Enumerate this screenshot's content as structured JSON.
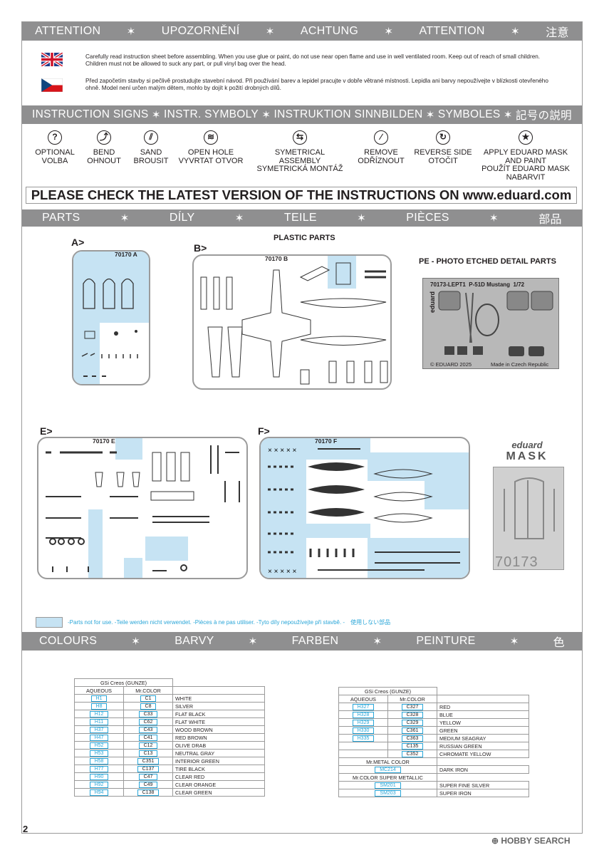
{
  "attention_bar": [
    "ATTENTION",
    "UPOZORNĚNÍ",
    "ACHTUNG",
    "ATTENTION",
    "注意"
  ],
  "warnings": {
    "en": "Carefully read instruction sheet before assembling. When you use glue or paint, do not use near open flame and use in well ventilated room. Keep out of reach of small children. Children must not be allowed to suck any part, or pull vinyl bag over the head.",
    "cz": "Před započetím stavby si pečlivě prostudujte stavební návod. Při používání barev a lepidel pracujte v dobře větrané místnosti. Lepidla ani barvy nepoužívejte v blízkosti otevřeného ohně. Model není určen malým dětem, mohlo by dojít k požití drobných dílů."
  },
  "signs_bar": [
    "INSTRUCTION SIGNS",
    "INSTR. SYMBOLY",
    "INSTRUKTION SINNBILDEN",
    "SYMBOLES",
    "記号の説明"
  ],
  "signs": [
    {
      "line1": "OPTIONAL",
      "line2": "VOLBA",
      "icon": "question-icon",
      "glyph": "?"
    },
    {
      "line1": "BEND",
      "line2": "OHNOUT",
      "icon": "bend-icon",
      "glyph": "⤴"
    },
    {
      "line1": "SAND",
      "line2": "BROUSIT",
      "icon": "sand-icon",
      "glyph": "⫽"
    },
    {
      "line1": "OPEN HOLE",
      "line2": "VYVRTAT OTVOR",
      "icon": "drill-icon",
      "glyph": "≋"
    },
    {
      "line1": "SYMETRICAL ASSEMBLY",
      "line2": "SYMETRICKÁ MONTÁŽ",
      "icon": "symmetry-icon",
      "glyph": "⇆"
    },
    {
      "line1": "REMOVE",
      "line2": "ODŘÍZNOUT",
      "icon": "knife-icon",
      "glyph": "∕"
    },
    {
      "line1": "REVERSE SIDE",
      "line2": "OTOČIT",
      "icon": "reverse-icon",
      "glyph": "↻"
    },
    {
      "line1": "APPLY EDUARD MASK",
      "line2": "AND PAINT",
      "line3": "POUŽÍT EDUARD MASK",
      "line4": "NABARVIT",
      "icon": "mask-icon",
      "glyph": "★"
    }
  ],
  "latest_notice": "PLEASE CHECK THE LATEST VERSION OF THE INSTRUCTIONS ON www.eduard.com",
  "parts_bar": [
    "PARTS",
    "DÍLY",
    "TEILE",
    "PIÈCES",
    "部品"
  ],
  "plastic_parts_title": "PLASTIC PARTS",
  "pe_title": "PE - PHOTO ETCHED DETAIL PARTS",
  "sprues": {
    "A": {
      "label": "A>",
      "code": "70170 A"
    },
    "B": {
      "label": "B>",
      "code": "70170 B"
    },
    "E": {
      "label": "E>",
      "code": "70170 E"
    },
    "F": {
      "label": "F>",
      "code": "70170 F"
    }
  },
  "pe_fret": {
    "code": "70173-LEPT1",
    "model": "P-51D Mustang",
    "scale": "1/72",
    "brand": "eduard",
    "copyright": "© EDUARD 2025",
    "made_in": "Made in Czech Republic"
  },
  "mask": {
    "brand": "eduard",
    "word": "MASK",
    "code": "70173"
  },
  "not_for_use_note": "-Parts not for use. -Teile werden nicht verwendet. -Pièces à ne pas utiliser. -Tyto díly nepoužívejte při stavbě. -　使用しない部品",
  "colours_bar": [
    "COLOURS",
    "BARVY",
    "FARBEN",
    "PEINTURE",
    "色"
  ],
  "gsi_header": "GSi Creos (GUNZE)",
  "col_aqueous": "AQUEOUS",
  "col_mrcolor": "Mr.COLOR",
  "colours_left": [
    {
      "aq": "H1",
      "mr": "C1",
      "name": "WHITE"
    },
    {
      "aq": "H8",
      "mr": "C8",
      "name": "SILVER"
    },
    {
      "aq": "H12",
      "mr": "C33",
      "name": "FLAT BLACK"
    },
    {
      "aq": "H11",
      "mr": "C62",
      "name": "FLAT WHITE"
    },
    {
      "aq": "H37",
      "mr": "C43",
      "name": "WOOD BROWN"
    },
    {
      "aq": "H47",
      "mr": "C41",
      "name": "RED BROWN"
    },
    {
      "aq": "H52",
      "mr": "C12",
      "name": "OLIVE DRAB"
    },
    {
      "aq": "H53",
      "mr": "C13",
      "name": "NEUTRAL GRAY"
    },
    {
      "aq": "H58",
      "mr": "C351",
      "name": "INTERIOR GREEN"
    },
    {
      "aq": "H77",
      "mr": "C137",
      "name": "TIRE BLACK"
    },
    {
      "aq": "H90",
      "mr": "C47",
      "name": "CLEAR RED"
    },
    {
      "aq": "H92",
      "mr": "C49",
      "name": "CLEAR ORANGE"
    },
    {
      "aq": "H94",
      "mr": "C138",
      "name": "CLEAR GREEN"
    }
  ],
  "colours_right": [
    {
      "aq": "H327",
      "mr": "C327",
      "name": "RED"
    },
    {
      "aq": "H328",
      "mr": "C328",
      "name": "BLUE"
    },
    {
      "aq": "H329",
      "mr": "C329",
      "name": "YELLOW"
    },
    {
      "aq": "H330",
      "mr": "C361",
      "name": "GREEN"
    },
    {
      "aq": "H335",
      "mr": "C363",
      "name": "MEDIUM SEAGRAY"
    },
    {
      "aq": "",
      "mr": "C135",
      "name": "RUSSIAN GREEN"
    },
    {
      "aq": "",
      "mr": "C352",
      "name": "CHROMATE YELLOW"
    }
  ],
  "metal_header": "Mr.METAL COLOR",
  "metal": [
    {
      "code": "MC214",
      "name": "DARK IRON"
    }
  ],
  "super_metal_header": "Mr.COLOR SUPER METALLIC",
  "super_metal": [
    {
      "code": "SM201",
      "name": "SUPER FINE SILVER"
    },
    {
      "code": "SM203",
      "name": "SUPER IRON"
    }
  ],
  "page_number": "2",
  "watermark": "HOBBY SEARCH",
  "colors": {
    "band": "#8f8f90",
    "unused_blue": "#c6e3f3",
    "chip_blue": "#2aa6d8"
  }
}
